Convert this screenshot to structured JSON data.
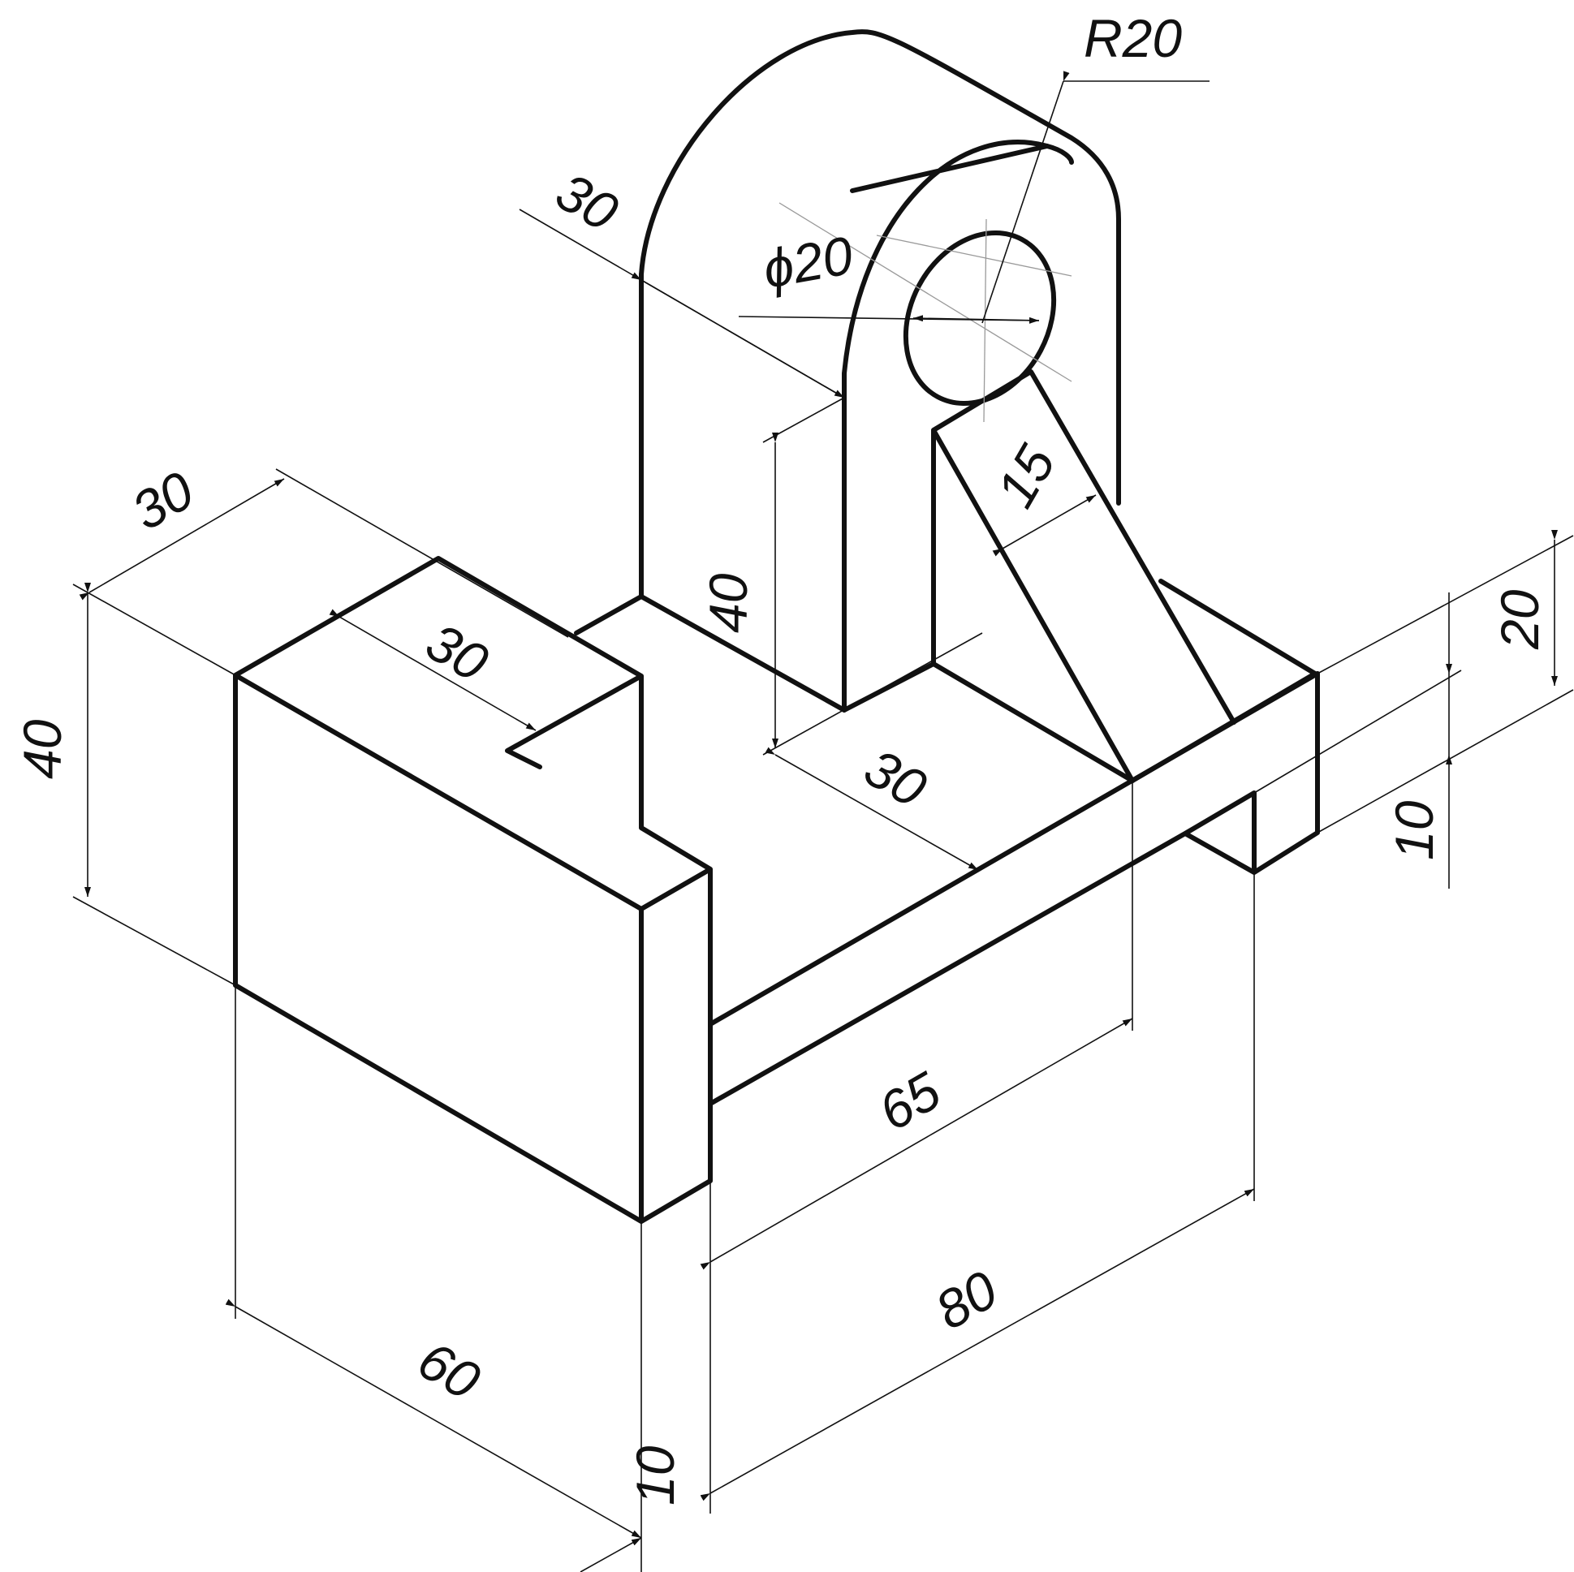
{
  "colors": {
    "line": "#111111",
    "center": "#9a9a9a",
    "background": "#ffffff"
  },
  "dimensions": {
    "r20": "R20",
    "phi20": "ϕ20",
    "top_30": "30",
    "left_30": "30",
    "step_30": "30",
    "left_40": "40",
    "mid_40": "40",
    "slot_30": "30",
    "rib_15": "15",
    "right_20": "20",
    "right_10": "10",
    "len_65": "65",
    "len_80": "80",
    "width_60": "60",
    "bottom_10": "10"
  }
}
